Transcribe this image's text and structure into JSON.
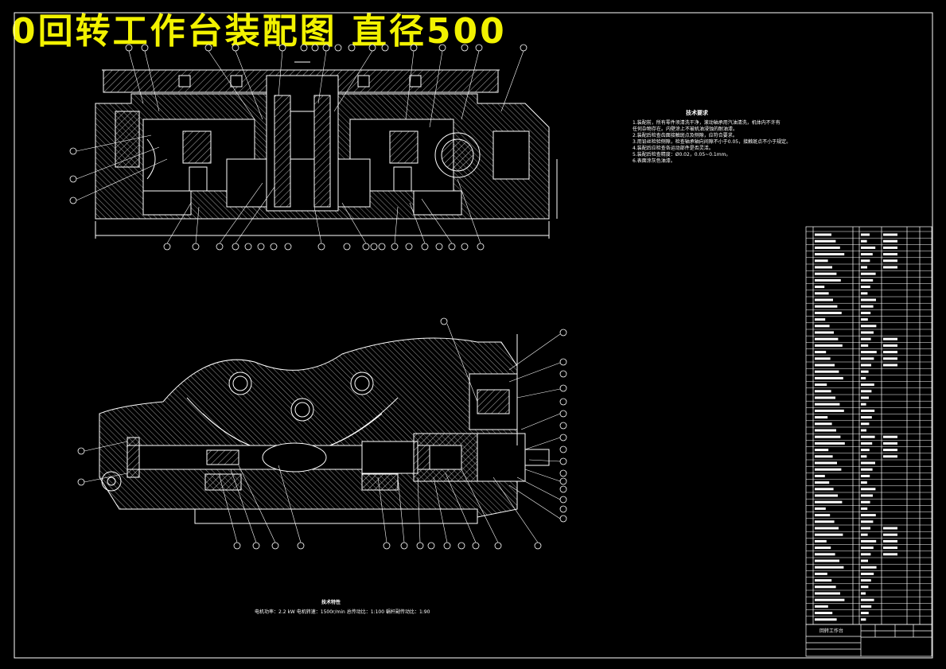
{
  "drawing": {
    "title": "0回转工作台装配图 直径500",
    "technical_notes_title": "技术要求",
    "technical_notes": [
      "1.装配前，所有零件须清洗干净，滚动轴承用汽油清洗，机体内不许有",
      "  任何杂物存在。内壁涂上不被机油浸蚀的耐油漆。",
      "2.装配后检查齿面接触斑点及侧隙，应符合要求。",
      "3.用铅丝检验侧隙，检查轴承轴向间隙不小于0.05，接触斑点不小于规定。",
      "4.装配后应检查各运动部件是否灵活。",
      "5.装配后检查精度：Ø0.02，0.05~0.1mm。",
      "6.表面涂灰色油漆。"
    ],
    "bottom_note_title": "技术特性",
    "bottom_note": "电机功率：2.2 kW  电机转速：1500r/min  总传动比：1:100  蜗杆副传动比：1:90",
    "title_block_name": "回转工作台"
  },
  "colors": {
    "background": "#000000",
    "title": "#f2f200",
    "lines": "#ffffff"
  }
}
